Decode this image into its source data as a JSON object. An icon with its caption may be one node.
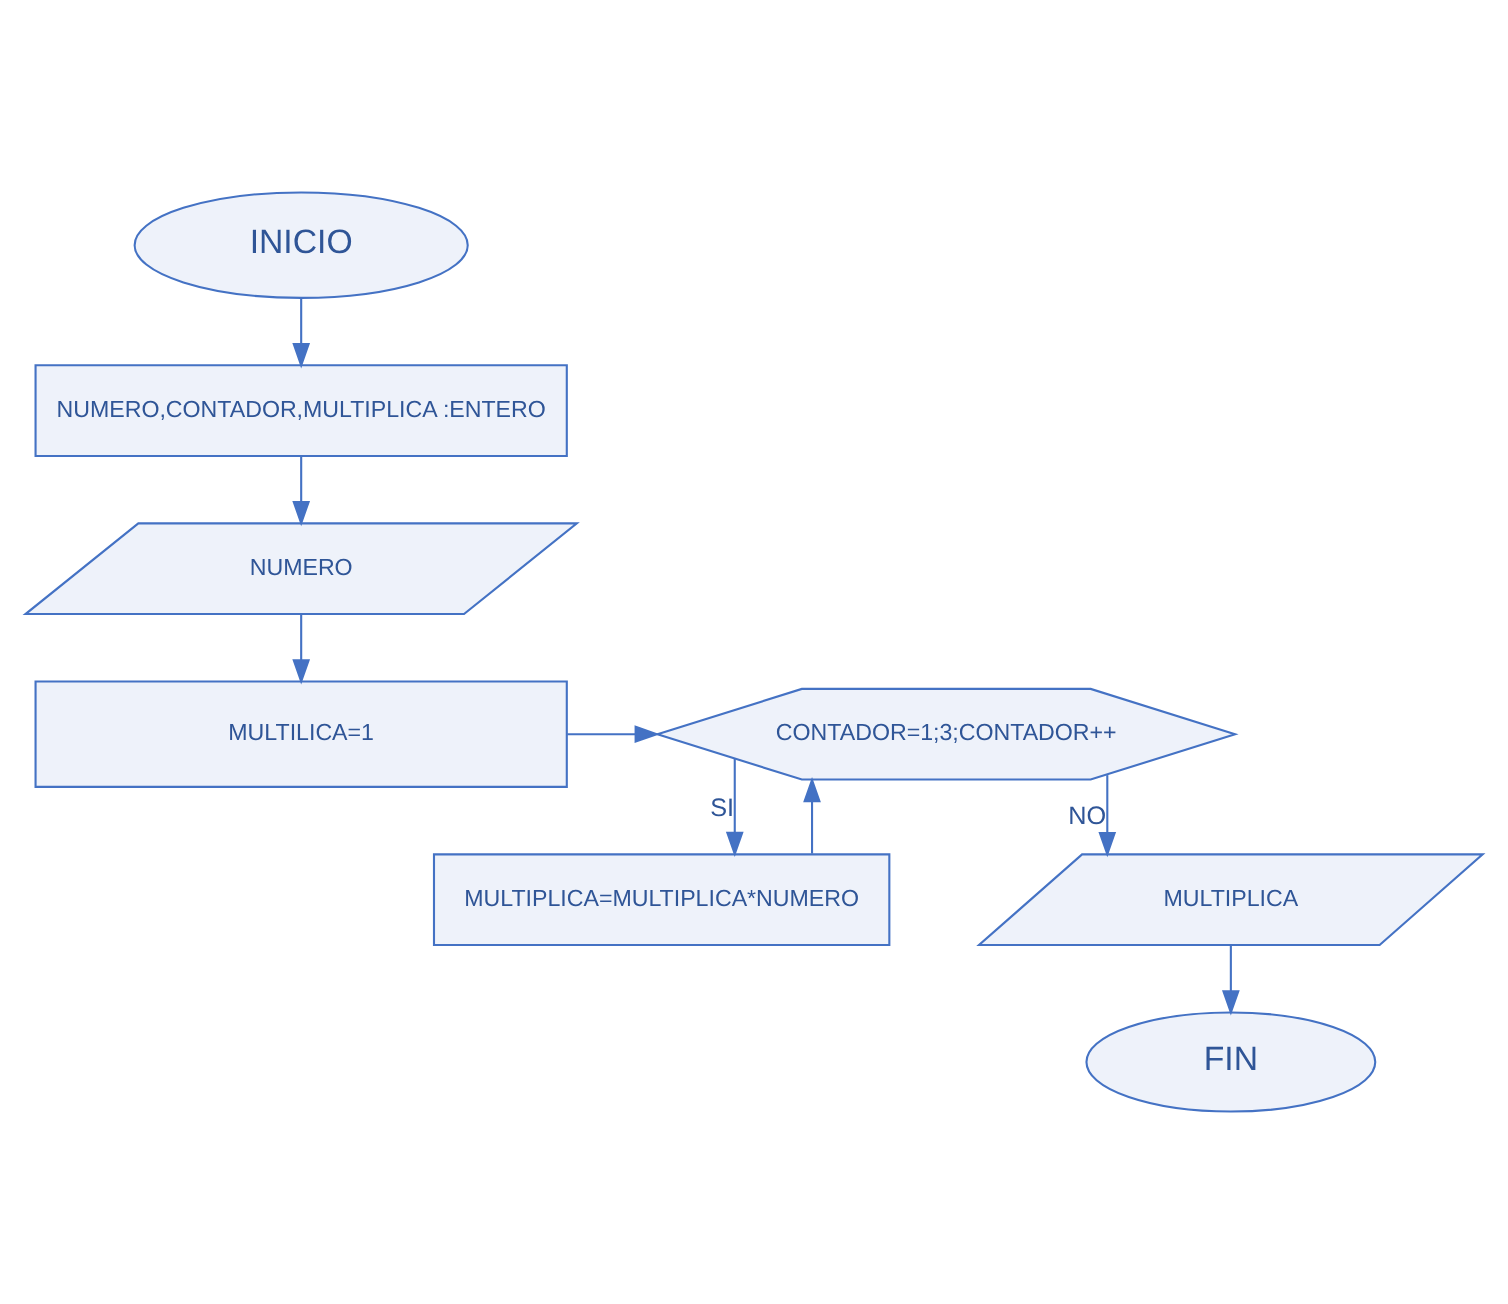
{
  "diagram": {
    "nodes": [
      {
        "text": [
          "INICIO"
        ]
      },
      {
        "text": [
          "NUMERO,CONTADOR,MULTIPLICA :ENTERO"
        ]
      },
      {
        "text": [
          "NUMERO"
        ]
      },
      {
        "text": [
          "MULTILICA=1"
        ]
      },
      {
        "text": [
          "CONTADOR=1;3;CONTADOR++"
        ]
      },
      {
        "text": [
          "MULTIPLICA=MULTIPLICA*NUMERO"
        ]
      },
      {
        "text": [
          "MULTIPLICA"
        ]
      },
      {
        "text": [
          "FIN"
        ]
      }
    ],
    "edges": [
      {
        "from": 0,
        "to": 1,
        "arrow": "to"
      },
      {
        "from": 1,
        "to": 2,
        "arrow": "to"
      },
      {
        "from": 2,
        "to": 3,
        "arrow": "to"
      },
      {
        "from": 3,
        "to": 4,
        "arrow": "to"
      },
      {
        "from": 4,
        "to": 5,
        "arrow": "to",
        "label": "SI"
      },
      {
        "from": 5,
        "to": 4,
        "arrow": "to"
      },
      {
        "from": 4,
        "to": 6,
        "arrow": "to",
        "label": "NO"
      },
      {
        "from": 6,
        "to": 7,
        "arrow": "to"
      }
    ]
  }
}
